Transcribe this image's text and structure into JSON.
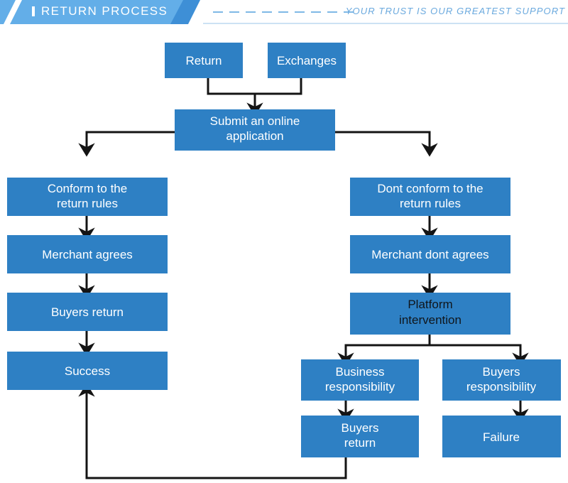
{
  "header": {
    "title": "RETURN PROCESS",
    "tagline": "YOUR TRUST IS OUR GREATEST SUPPORT",
    "banner_color": "#63AEE8",
    "accent_color": "#3E8FD6",
    "tagline_color": "#6AA9DE",
    "bullet_icon": "vertical-bar-icon"
  },
  "diagram": {
    "title": "Return Process Flowchart",
    "node_color": "#2E80C4",
    "edge_color": "#141414",
    "nodes": {
      "return": {
        "label": "Return",
        "text_color": "#ffffff"
      },
      "exchanges": {
        "label": "Exchanges",
        "text_color": "#ffffff"
      },
      "submit": {
        "label_line1": "Submit an online",
        "label_line2": "application",
        "text_color": "#ffffff"
      },
      "conform": {
        "label_line1": "Conform to the",
        "label_line2": "return rules",
        "text_color": "#ffffff"
      },
      "merchant_agrees": {
        "label": "Merchant agrees",
        "text_color": "#ffffff"
      },
      "buyers_return_left": {
        "label": "Buyers return",
        "text_color": "#ffffff"
      },
      "success": {
        "label": "Success",
        "text_color": "#ffffff"
      },
      "dont_conform": {
        "label_line1": "Dont conform to the",
        "label_line2": "return rules",
        "text_color": "#ffffff"
      },
      "merchant_dont_agrees": {
        "label": "Merchant dont agrees",
        "text_color": "#ffffff"
      },
      "platform": {
        "label_line1": "Platform",
        "label_line2": "intervention",
        "text_color": "#10161c"
      },
      "business_resp": {
        "label_line1": "Business",
        "label_line2": "responsibility",
        "text_color": "#ffffff"
      },
      "buyers_resp": {
        "label_line1": "Buyers",
        "label_line2": "responsibility",
        "text_color": "#ffffff"
      },
      "buyers_return_right": {
        "label_line1": "Buyers",
        "label_line2": "return",
        "text_color": "#ffffff"
      },
      "failure": {
        "label": "Failure",
        "text_color": "#ffffff"
      }
    }
  }
}
